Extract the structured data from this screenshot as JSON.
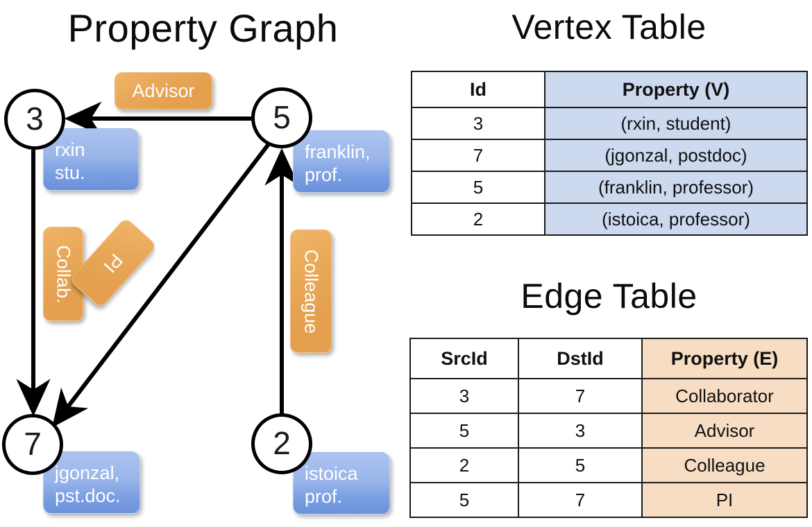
{
  "titles": {
    "property_graph": "Property Graph",
    "vertex_table": "Vertex Table",
    "edge_table": "Edge Table"
  },
  "graph": {
    "nodes": [
      {
        "id": "3",
        "property_label": "rxin\nstu.",
        "line1": "rxin",
        "line2": "stu."
      },
      {
        "id": "5",
        "property_label": "franklin, prof.",
        "line1": "franklin,",
        "line2": "prof."
      },
      {
        "id": "7",
        "property_label": "jgonzal, pst.doc.",
        "line1": "jgonzal,",
        "line2": "pst.doc."
      },
      {
        "id": "2",
        "property_label": "istoica prof.",
        "line1": "istoica",
        "line2": "prof."
      }
    ],
    "edge_labels": [
      {
        "name": "advisor",
        "text": "Advisor",
        "from": "5",
        "to": "3",
        "orientation": "horizontal"
      },
      {
        "name": "collab",
        "text": "Collab.",
        "from": "3",
        "to": "7",
        "orientation": "vertical"
      },
      {
        "name": "pi",
        "text": "PI",
        "from": "5",
        "to": "7",
        "orientation": "diagonal"
      },
      {
        "name": "colleague",
        "text": "Colleague",
        "from": "2",
        "to": "5",
        "orientation": "vertical"
      }
    ]
  },
  "vertex_table": {
    "headers": [
      "Id",
      "Property (V)"
    ],
    "rows": [
      {
        "id": "3",
        "property": "(rxin, student)"
      },
      {
        "id": "7",
        "property": "(jgonzal, postdoc)"
      },
      {
        "id": "5",
        "property": "(franklin, professor)"
      },
      {
        "id": "2",
        "property": "(istoica, professor)"
      }
    ]
  },
  "edge_table": {
    "headers": [
      "SrcId",
      "DstId",
      "Property (E)"
    ],
    "rows": [
      {
        "src": "3",
        "dst": "7",
        "property": "Collaborator"
      },
      {
        "src": "5",
        "dst": "3",
        "property": "Advisor"
      },
      {
        "src": "2",
        "dst": "5",
        "property": "Colleague"
      },
      {
        "src": "5",
        "dst": "7",
        "property": "PI"
      }
    ]
  },
  "colors": {
    "vertex_box_fill": "#8fadE6",
    "edge_box_fill": "#e8a757",
    "vertex_table_highlight": "#ccd9ef",
    "edge_table_highlight": "#f6ddc3",
    "stroke": "#000000"
  }
}
